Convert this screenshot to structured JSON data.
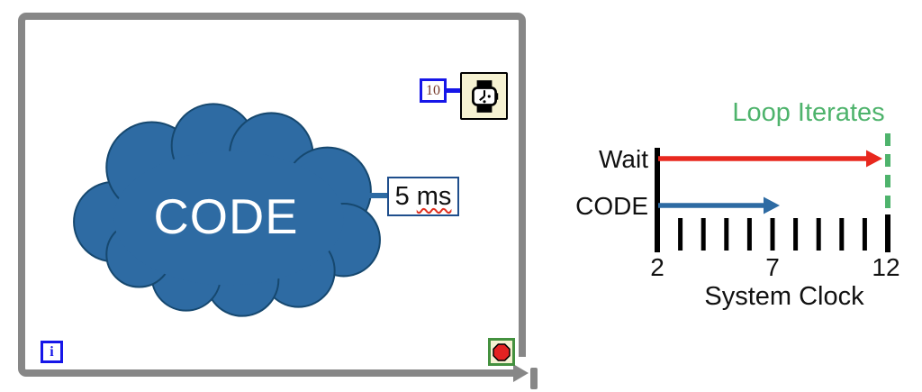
{
  "block_diagram": {
    "cloud_label": "CODE",
    "wait_label": {
      "value": "5",
      "unit": "ms"
    },
    "wait_constant": "10",
    "iteration_terminal_label": "i",
    "colors": {
      "loop_border": "#878787",
      "cloud_fill": "#2E6BA3",
      "cloud_outline": "#16486F",
      "terminal_blue": "#1616E8",
      "constant_text": "#76392A",
      "function_bg": "#F6F2D2",
      "stop_border_green": "#44913F",
      "stop_sign_red": "#E32222",
      "label_border": "#1F4E8C"
    }
  },
  "chart_data": {
    "type": "timeline",
    "rows": [
      {
        "name": "Wait",
        "start": 2,
        "end": 12,
        "color": "#E8281E"
      },
      {
        "name": "CODE",
        "start": 2,
        "end": 7,
        "color": "#2E6BA3"
      }
    ],
    "event_marker": {
      "label": "Loop Iterates",
      "at": 12,
      "color": "#4EB36C",
      "style": "dashed-vertical-line"
    },
    "axis": {
      "label": "System Clock",
      "min": 2,
      "max": 12,
      "tick_step": 1,
      "labeled_ticks": [
        2,
        7,
        12
      ]
    }
  }
}
